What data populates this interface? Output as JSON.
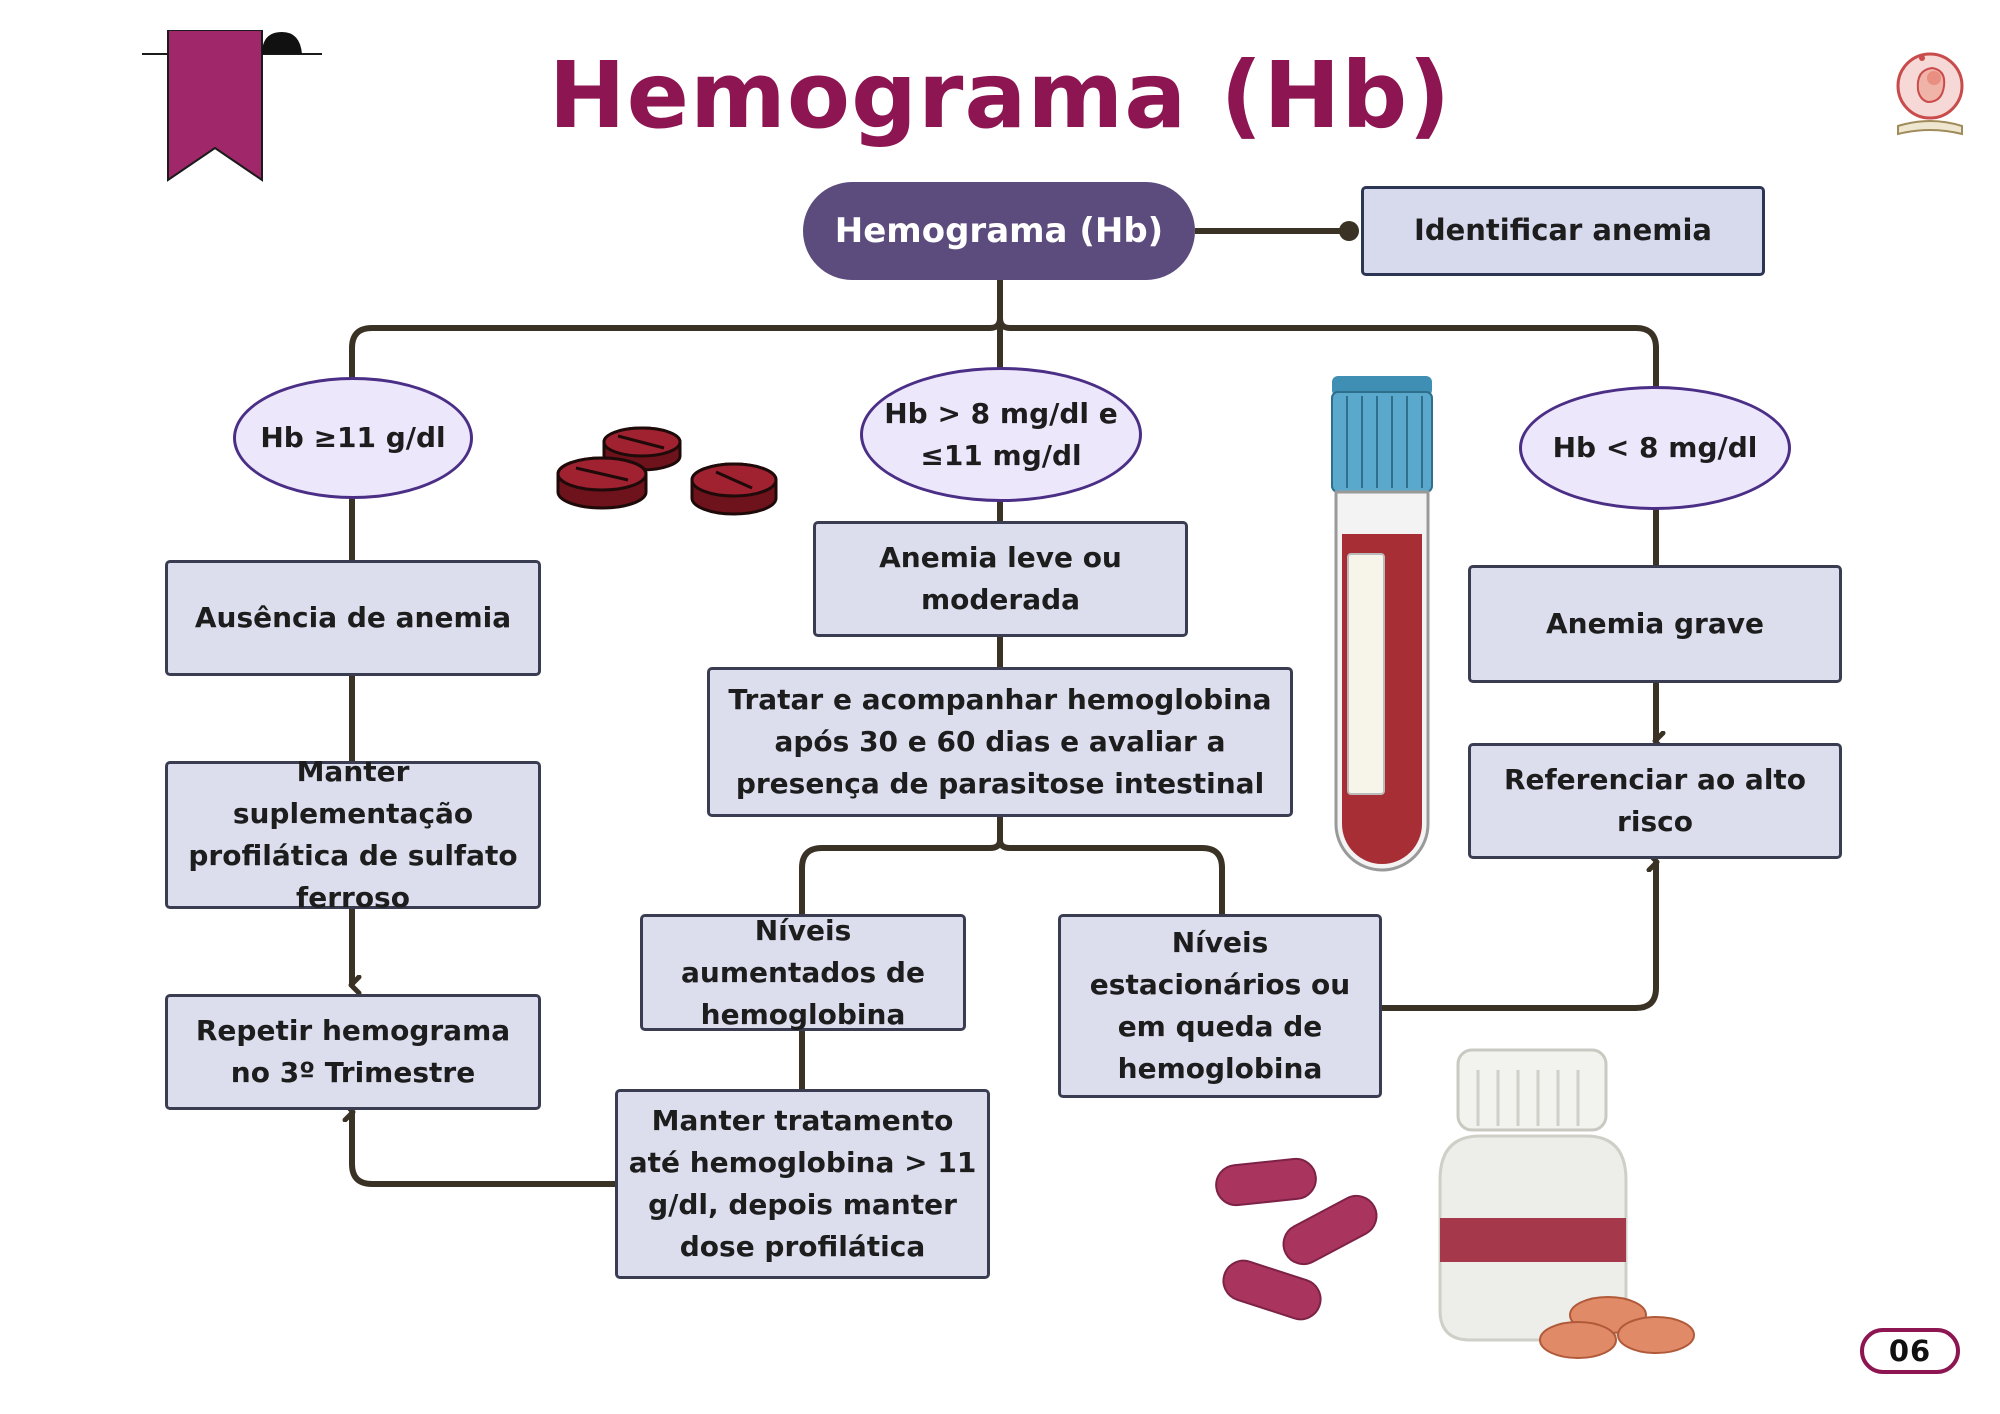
{
  "title": "Hemograma (Hb)",
  "root": {
    "label": "Hemograma (Hb)",
    "goal": "Identificar anemia"
  },
  "branches": {
    "normal": {
      "condition": "Hb ≥11 g/dl",
      "diagnosis": "Ausência de anemia",
      "action": "Manter suplementação profilática de sulfato ferroso",
      "followup": "Repetir hemograma no 3º Trimestre"
    },
    "mild": {
      "condition": "Hb > 8 mg/dl e ≤11 mg/dl",
      "diagnosis": "Anemia leve ou moderada",
      "action": "Tratar e acompanhar hemoglobina após 30 e 60 dias e avaliar a presença de parasitose intestinal",
      "outcome_up": "Níveis aumentados de hemoglobina",
      "outcome_up_action": "Manter tratamento até hemoglobina > 11 g/dl, depois manter dose profilática",
      "outcome_down": "Níveis estacionários ou em queda de hemoglobina"
    },
    "severe": {
      "condition": "Hb < 8 mg/dl",
      "diagnosis": "Anemia grave",
      "action": "Referenciar ao alto risco"
    }
  },
  "page_number": "06",
  "colors": {
    "title": "#8c1552",
    "root_fill": "#5c4c7e",
    "box_fill": "#dcdeee",
    "ellipse_fill": "#ece7fb",
    "connector": "#3b3226"
  },
  "icons": [
    "bookmark-icon",
    "logo-icon",
    "pills-icon",
    "blood-tube-icon",
    "medicine-bottle-icon",
    "capsules-icon"
  ]
}
